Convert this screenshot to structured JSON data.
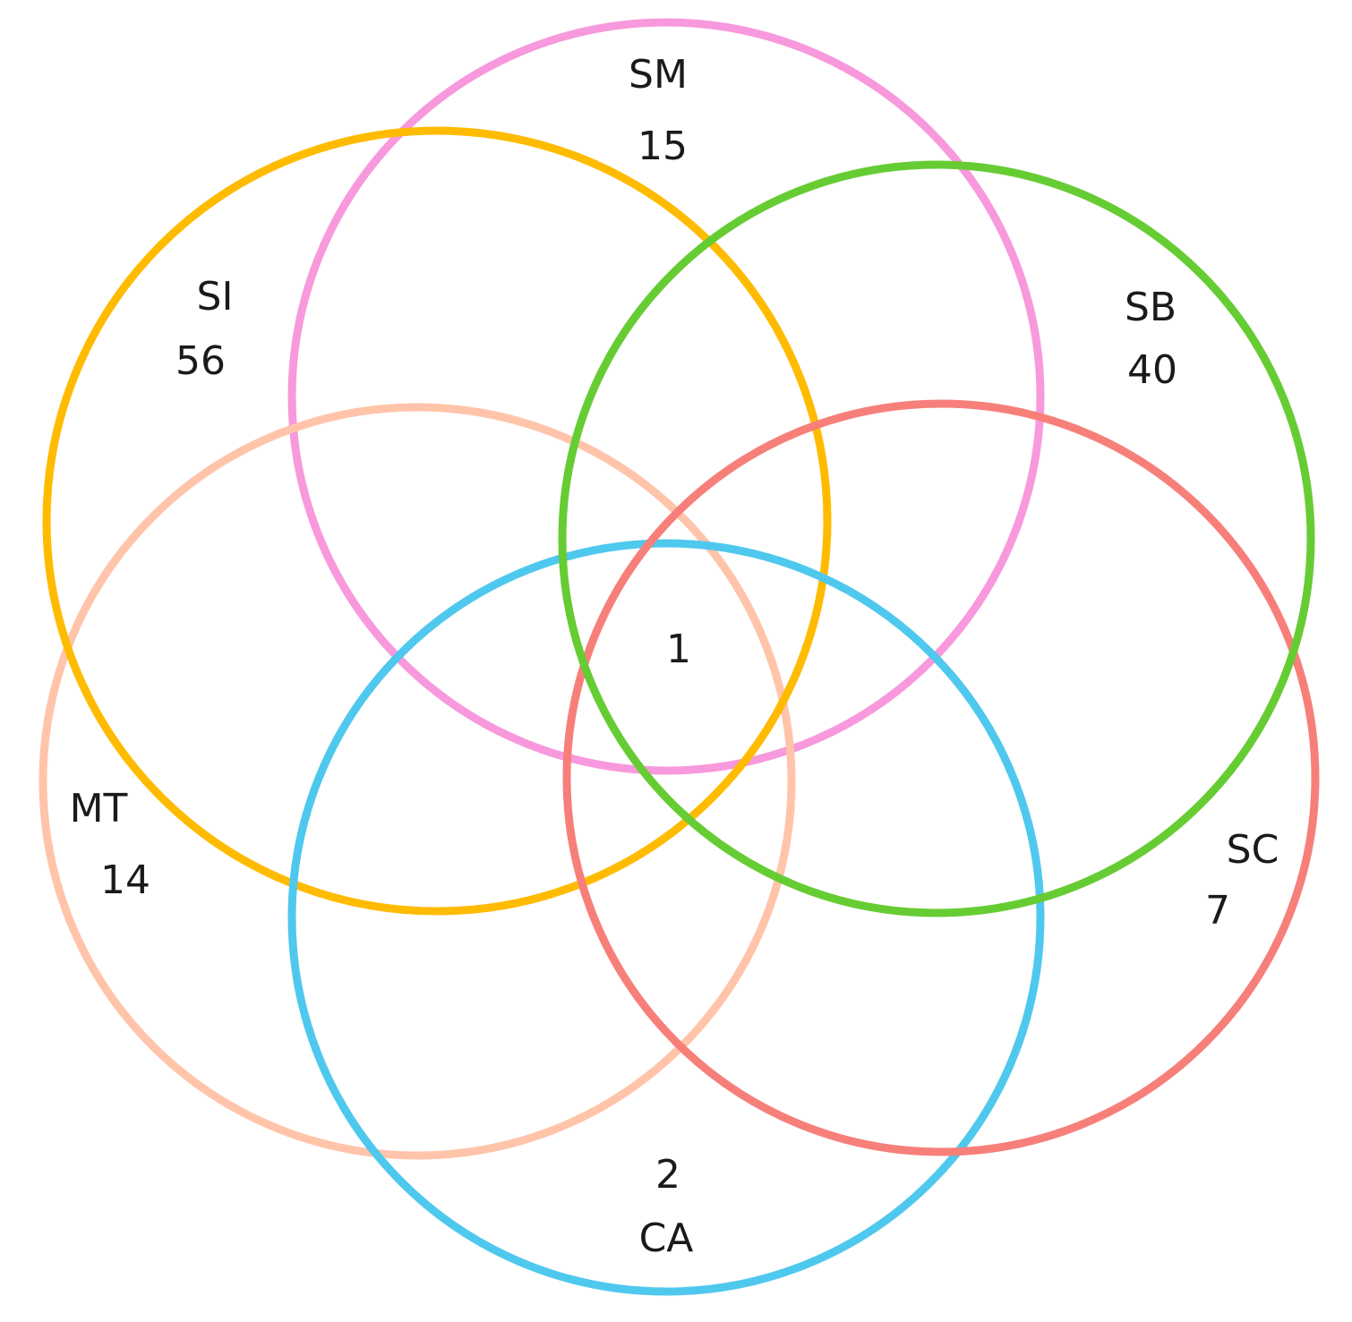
{
  "sets": {
    "sm": {
      "label": "SM",
      "count": "15",
      "color": "#f799dc"
    },
    "si": {
      "label": "SI",
      "count": "56",
      "color": "#ffbb00"
    },
    "sb": {
      "label": "SB",
      "count": "40",
      "color": "#66cc33"
    },
    "sc": {
      "label": "SC",
      "count": "7",
      "color": "#f77f7a"
    },
    "mt": {
      "label": "MT",
      "count": "14",
      "color": "#ffc4a9"
    },
    "ca": {
      "label": "CA",
      "count": "2",
      "color": "#4fc8ee"
    }
  },
  "intersection_all": "1"
}
